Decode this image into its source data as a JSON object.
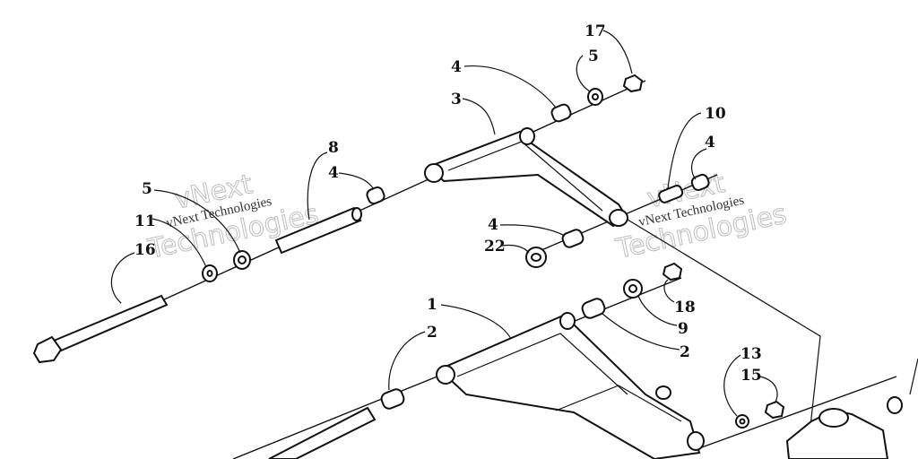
{
  "diagram": {
    "callouts": [
      {
        "id": "c17",
        "text": "17"
      },
      {
        "id": "c5a",
        "text": "5"
      },
      {
        "id": "c4a",
        "text": "4"
      },
      {
        "id": "c3",
        "text": "3"
      },
      {
        "id": "c10",
        "text": "10"
      },
      {
        "id": "c4b",
        "text": "4"
      },
      {
        "id": "c8",
        "text": "8"
      },
      {
        "id": "c4c",
        "text": "4"
      },
      {
        "id": "c5b",
        "text": "5"
      },
      {
        "id": "c11",
        "text": "11"
      },
      {
        "id": "c16",
        "text": "16"
      },
      {
        "id": "c4d",
        "text": "4"
      },
      {
        "id": "c22",
        "text": "22"
      },
      {
        "id": "c18",
        "text": "18"
      },
      {
        "id": "c9",
        "text": "9"
      },
      {
        "id": "c1",
        "text": "1"
      },
      {
        "id": "c2a",
        "text": "2"
      },
      {
        "id": "c2b",
        "text": "2"
      },
      {
        "id": "c13",
        "text": "13"
      },
      {
        "id": "c15",
        "text": "15"
      }
    ],
    "watermarks": [
      {
        "brand": "vNext",
        "company": "vNext Technologies",
        "outline": "Technologies"
      },
      {
        "brand": "vNext",
        "company": "vNext Technologies",
        "outline": "Technologies"
      }
    ]
  }
}
